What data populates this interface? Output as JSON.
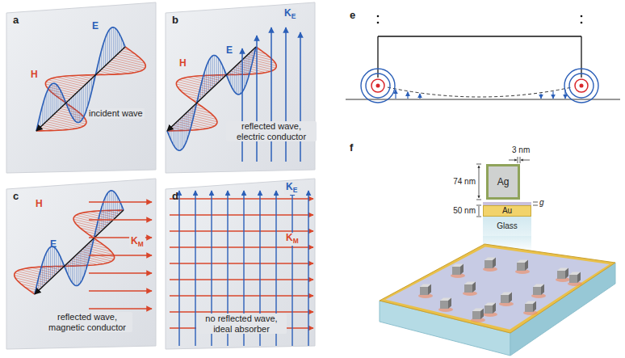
{
  "diagram": {
    "nodes": [
      {
        "text": [
          "Ag"
        ]
      },
      {
        "text": [
          "Au"
        ]
      },
      {
        "text": [
          "Glass"
        ]
      }
    ],
    "labels": [
      "a",
      "H",
      "E",
      "incident wave",
      "b",
      "H",
      "E",
      "KE",
      "reflected wave, electric conductor",
      "e",
      "f",
      "3 nm",
      "74 nm",
      "g",
      "50 nm",
      "c",
      "H",
      "E",
      "KM",
      "reflected wave, magnetic conductor",
      "d",
      "KE",
      "KM",
      "no reflected wave, ideal absorber"
    ]
  }
}
